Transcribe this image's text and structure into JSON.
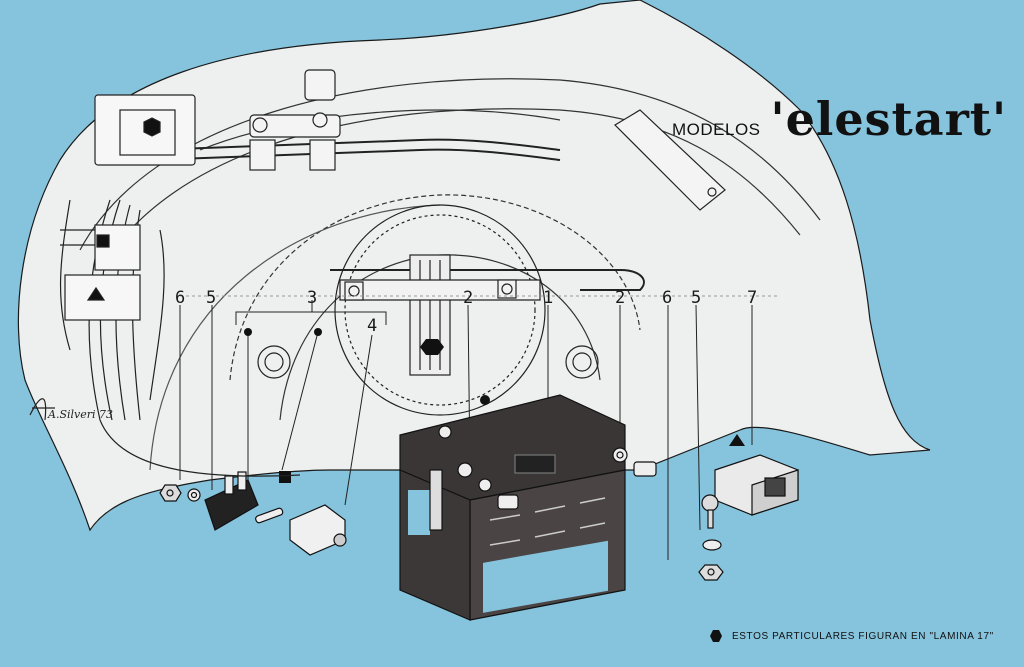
{
  "title": {
    "prefix": "MODELOS",
    "main": "'elestart'"
  },
  "footnote": {
    "text": "ESTOS PARTICULARES FIGURAN   EN  \"LAMINA 17\""
  },
  "signature": "A.Silveri 73",
  "callouts": [
    "6",
    "5",
    "3",
    "4",
    "2",
    "1",
    "2",
    "6",
    "5",
    "7"
  ],
  "colors": {
    "background": "#86c3dc",
    "paper": "#eef0f0",
    "ink": "#1a1a1a",
    "battery": "#3a3636"
  }
}
